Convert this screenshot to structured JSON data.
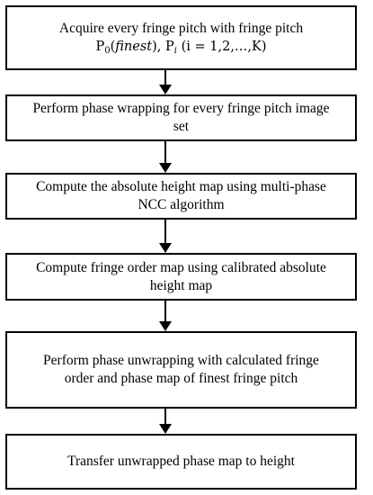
{
  "flowchart": {
    "steps": [
      {
        "line1": "Acquire every fringe pitch with fringe pitch",
        "p0_base": "P",
        "p0_sub": "0",
        "p0_paren_open": "(",
        "p0_finest": "finest",
        "p0_paren_close": ")",
        "comma": ", ",
        "pi_base": "P",
        "pi_sub": "i",
        "range": " (i = 1,2,…,K)"
      },
      {
        "line1": "Perform phase wrapping for every fringe pitch image",
        "line2": "set"
      },
      {
        "line1": "Compute the absolute height map using multi-phase",
        "line2": "NCC algorithm"
      },
      {
        "line1": "Compute fringe order map using calibrated absolute",
        "line2": "height map"
      },
      {
        "line1": "Perform phase unwrapping with calculated fringe",
        "line2": "order and phase map of finest fringe pitch"
      },
      {
        "line1": "Transfer unwrapped phase map to height"
      }
    ]
  }
}
